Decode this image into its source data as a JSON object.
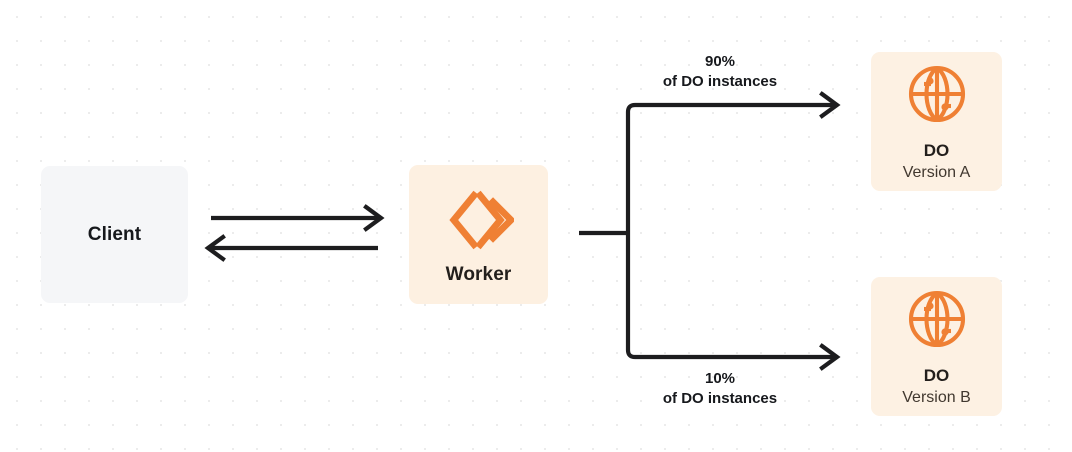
{
  "diagram": {
    "title_text_none": "",
    "nodes": {
      "client": {
        "label": "Client",
        "shape": "rounded-rect",
        "fill": "#f5f6f8"
      },
      "worker": {
        "label": "Worker",
        "icon": "cloudflare-workers-icon",
        "fill": "#fdf0e1",
        "accent": "#f08033"
      },
      "do_a": {
        "title": "DO",
        "subtitle": "Version A",
        "icon": "globe-icon",
        "fill": "#fdf1e3",
        "accent": "#f08033"
      },
      "do_b": {
        "title": "DO",
        "subtitle": "Version B",
        "icon": "globe-icon",
        "fill": "#fdf1e3",
        "accent": "#f08033"
      }
    },
    "edges": {
      "client_to_worker": {
        "direction": "right",
        "label": ""
      },
      "worker_to_client": {
        "direction": "left",
        "label": ""
      },
      "worker_to_do_a": {
        "percent": "90%",
        "caption": "of DO instances",
        "direction": "right"
      },
      "worker_to_do_b": {
        "percent": "10%",
        "caption": "of DO instances",
        "direction": "right"
      }
    },
    "colors": {
      "stroke": "#1d1d1f",
      "accent_orange": "#f08033",
      "background": "#ffffff",
      "dot_grid": "#ececec"
    }
  }
}
